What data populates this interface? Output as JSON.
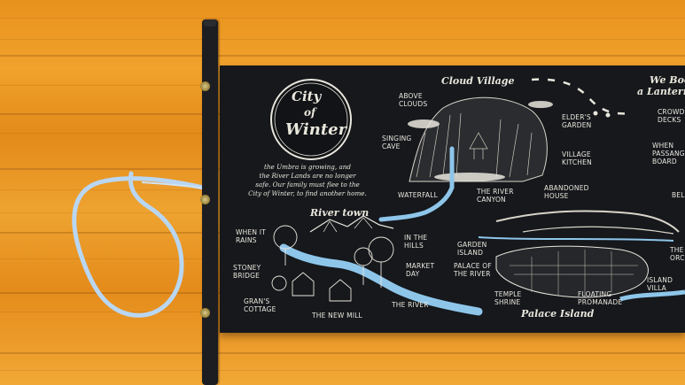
{
  "map": {
    "emblem": {
      "line1": "City",
      "line2": "of",
      "line3": "Winter"
    },
    "story": {
      "line1": "the Umbra is growing, and",
      "line2": "the River Lands are no longer",
      "line3": "safe. Our family must flee to the",
      "line4": "City of Winter, to find another home."
    },
    "regions": {
      "cloud_village": "Cloud Village",
      "river_town": "River town",
      "palace_island": "Palace Island",
      "we_boo": "We Boo",
      "a_lantern": "a Lantern"
    },
    "labels": {
      "above_clouds_1": "ABOVE",
      "above_clouds_2": "CLOUDS",
      "singing_cave_1": "SINGING",
      "singing_cave_2": "CAVE",
      "elders_garden_1": "ELDER'S",
      "elders_garden_2": "GARDEN",
      "village_kitchen_1": "VILLAGE",
      "village_kitchen_2": "KITCHEN",
      "waterfall": "WATERFALL",
      "the_river_canyon_1": "THE RIVER",
      "the_river_canyon_2": "CANYON",
      "abandoned_house_1": "ABANDONED",
      "abandoned_house_2": "HOUSE",
      "crowd_decks_1": "CROWD",
      "crowd_decks_2": "DECKS",
      "when_passang_1": "WHEN",
      "when_passang_2": "PASSANG",
      "when_passang_3": "BOARD",
      "bel": "BEL",
      "when_it_rains_1": "WHEN IT",
      "when_it_rains_2": "RAINS",
      "stoney_bridge_1": "STONEY",
      "stoney_bridge_2": "BRIDGE",
      "grans_cottage_1": "GRAN'S",
      "grans_cottage_2": "COTTAGE",
      "the_new_mill": "THE NEW MILL",
      "in_the_hills_1": "IN THE",
      "in_the_hills_2": "HILLS",
      "market_day_1": "MARKET",
      "market_day_2": "DAY",
      "the_river": "THE RIVER",
      "garden_island_1": "GARDEN",
      "garden_island_2": "ISLAND",
      "palace_of_the_river_1": "PALACE OF",
      "palace_of_the_river_2": "THE RIVER",
      "temple_shrine_1": "TEMPLE",
      "temple_shrine_2": "SHRINE",
      "floating_promanade_1": "FLOATING",
      "floating_promanade_2": "PROMANADE",
      "island_villa_1": "ISLAND",
      "island_villa_2": "VILLA",
      "the_orc_1": "THE",
      "the_orc_2": "ORC"
    }
  },
  "colors": {
    "fabric": "#16181c",
    "ink": "#e9e6dc",
    "river": "#8ec6ea",
    "table": "#e8921e",
    "ribbon": "#b9d6f2"
  }
}
